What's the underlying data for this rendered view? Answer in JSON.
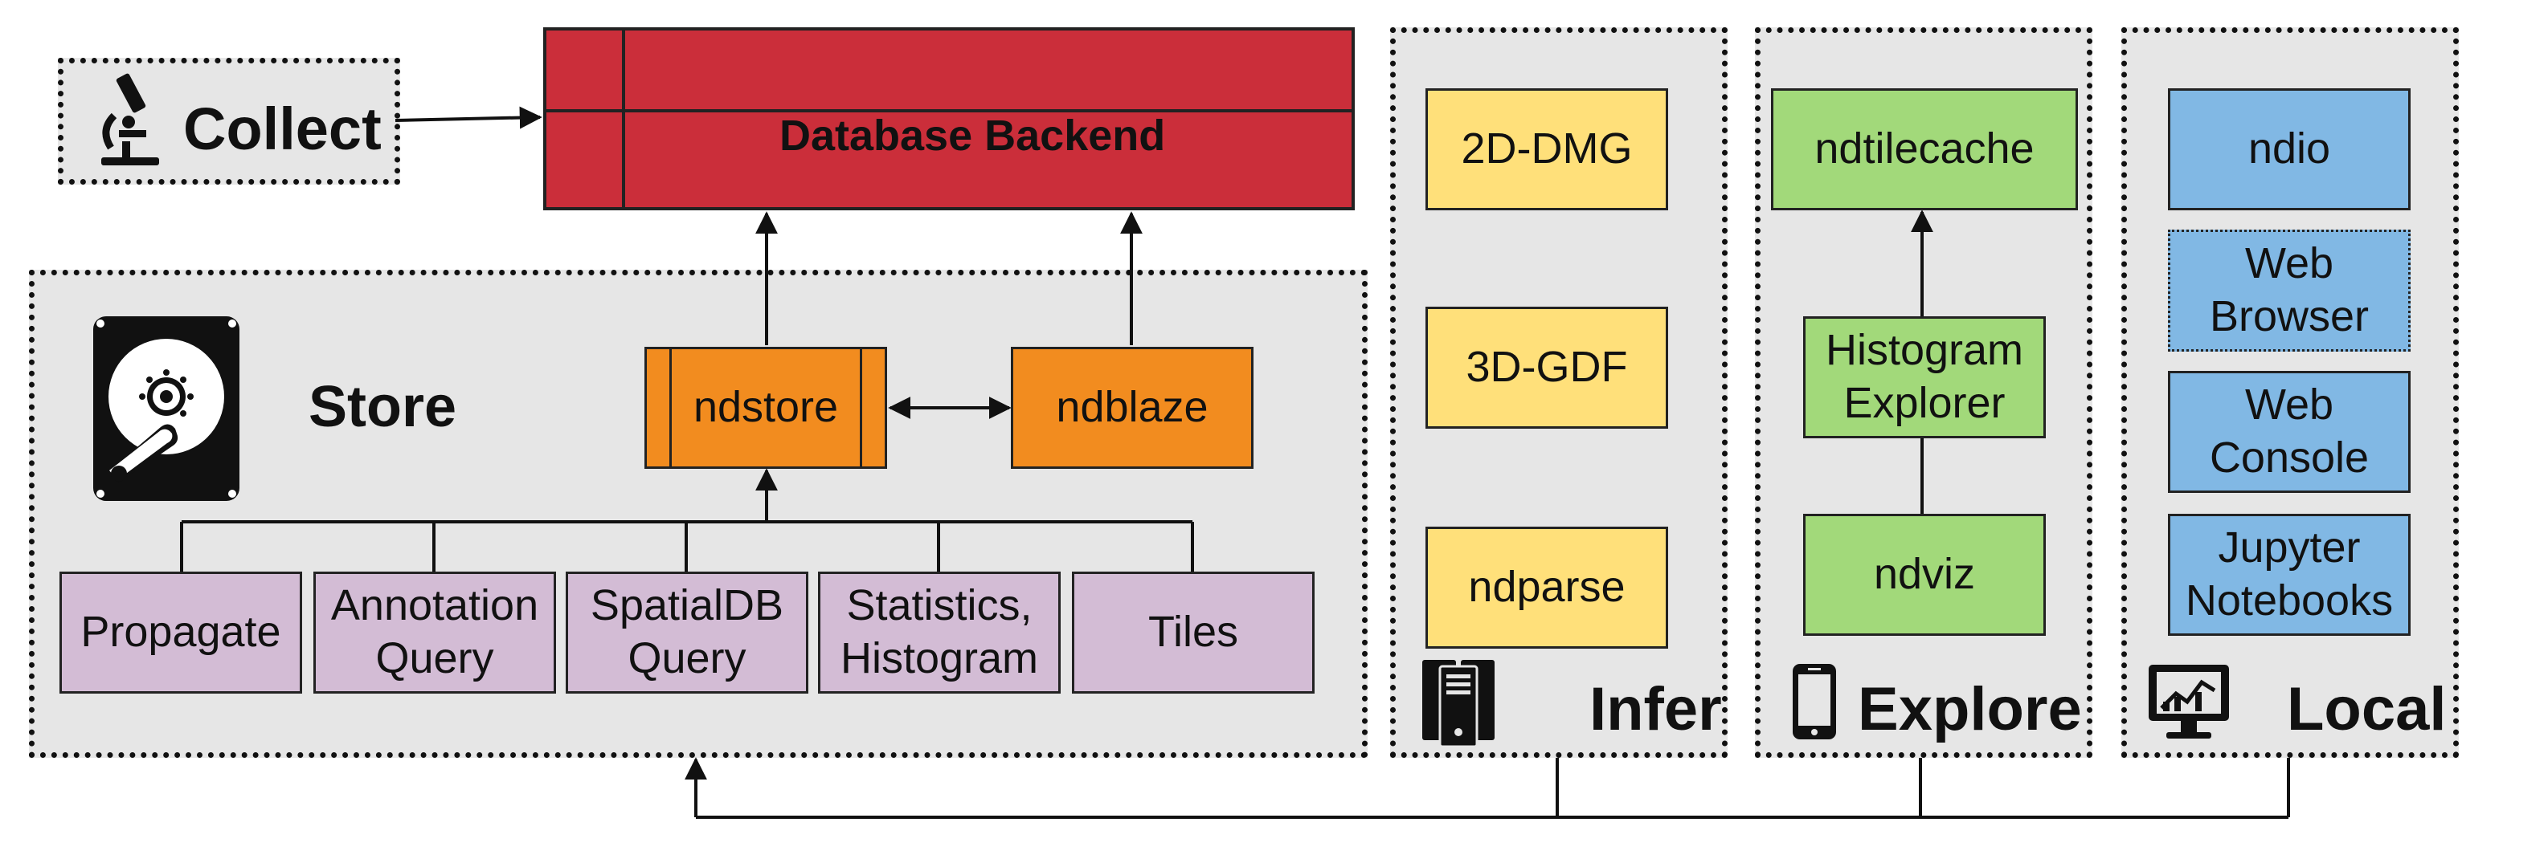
{
  "collect": {
    "label": "Collect",
    "icon": "microscope-icon"
  },
  "database": {
    "label": "Database Backend",
    "color": "#cb2e3a"
  },
  "store": {
    "label": "Store",
    "icon": "hard-drive-icon",
    "services": [
      "ndstore",
      "ndblaze"
    ],
    "modules": [
      "Propagate",
      "Annotation\nQuery",
      "SpatialDB\nQuery",
      "Statistics,\nHistogram",
      "Tiles"
    ]
  },
  "infer": {
    "label": "Infer",
    "icon": "server-icon",
    "items": [
      "2D-DMG",
      "3D-GDF",
      "ndparse"
    ]
  },
  "explore": {
    "label": "Explore",
    "icon": "mobile-phone-icon",
    "items": [
      "ndtilecache",
      "Histogram\nExplorer",
      "ndviz"
    ]
  },
  "local": {
    "label": "Local",
    "icon": "monitor-chart-icon",
    "items": [
      "ndio",
      "Web\nBrowser",
      "Web\nConsole",
      "Jupyter\nNotebooks"
    ]
  },
  "colors": {
    "panel": "#e6e6e6",
    "yellow": "#ffe07a",
    "green": "#a2d97a",
    "blue": "#81b8e4",
    "purple": "#d3bcd5",
    "orange": "#f28c1f",
    "red": "#cb2e3a"
  }
}
